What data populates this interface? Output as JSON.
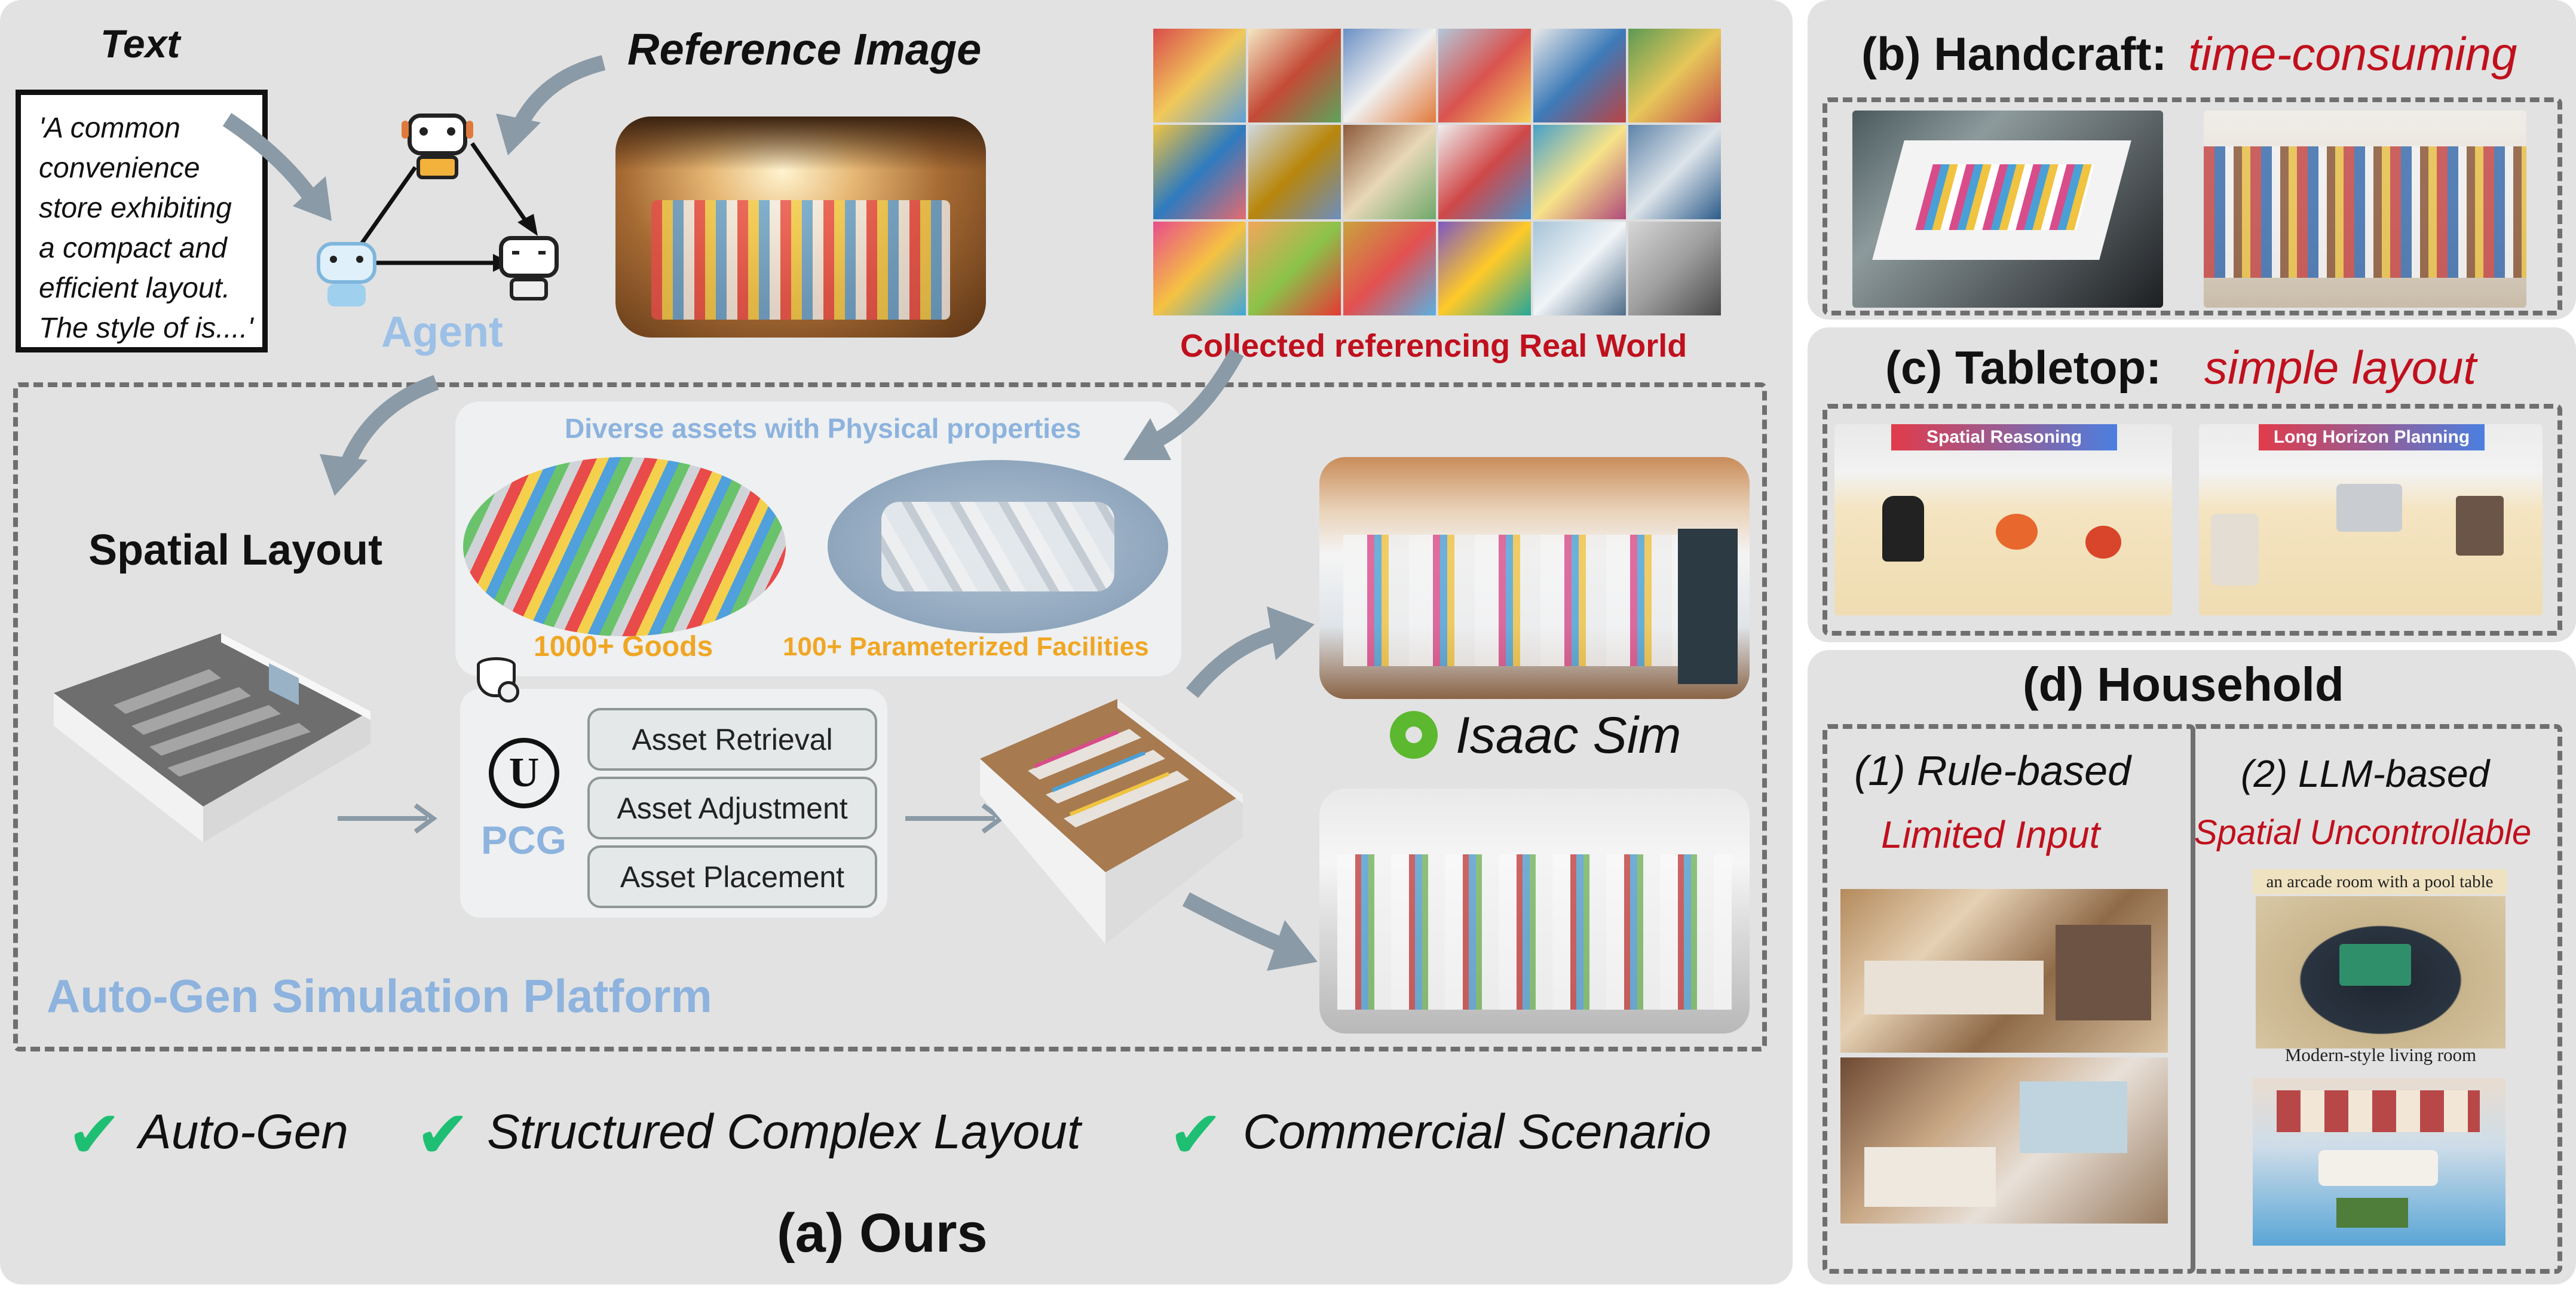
{
  "colors": {
    "panel_bg": "#e2e2e2",
    "accent_red": "#c0101d",
    "accent_blue": "#8db3de",
    "accent_orange": "#f0a623",
    "check_green": "#1fbf73",
    "arrow_gray": "#8a9aa6"
  },
  "panel_a": {
    "input_text_label": "Text",
    "input_text_lines": [
      "'A common",
      "convenience",
      "store exhibiting",
      "a compact and",
      "efficient layout.",
      "The style of is....'"
    ],
    "reference_image_label": "Reference Image",
    "agent_label": "Agent",
    "collected_label": "Collected referencing Real World",
    "assets_title": "Diverse assets with Physical properties",
    "goods_label": "1000+ Goods",
    "facilities_label": "100+ Parameterized Facilities",
    "spatial_layout_label": "Spatial Layout",
    "pcg_label": "PCG",
    "pcg_steps": [
      "Asset Retrieval",
      "Asset Adjustment",
      "Asset Placement"
    ],
    "isaac_sim_label": "Isaac Sim",
    "platform_label": "Auto-Gen Simulation Platform",
    "checks": [
      "Auto-Gen",
      "Structured Complex Layout",
      "Commercial Scenario"
    ],
    "caption": "(a) Ours"
  },
  "panel_b": {
    "title": "(b) Handcraft:",
    "title_highlight": "time-consuming"
  },
  "panel_c": {
    "title": "(c) Tabletop:",
    "title_highlight": "simple layout",
    "tag_left": "Spatial Reasoning",
    "tag_right": "Long Horizon Planning"
  },
  "panel_d": {
    "title": "(d) Household",
    "rule_label": "(1) Rule-based",
    "rule_highlight": "Limited Input",
    "llm_label": "(2) LLM-based",
    "llm_highlight": "Spatial Uncontrollable",
    "llm_caption_top": "an arcade room with a pool table",
    "llm_caption_bottom": "Modern-style living room"
  }
}
